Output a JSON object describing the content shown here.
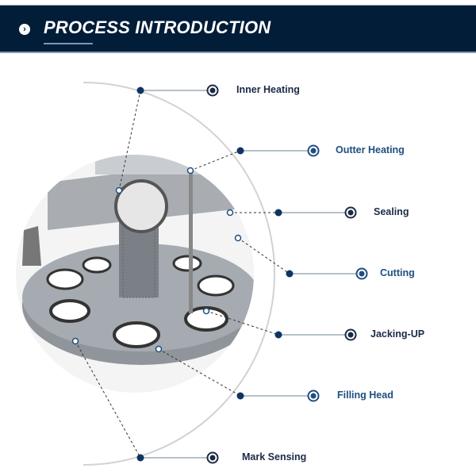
{
  "header": {
    "title": "PROCESS INTRODUCTION",
    "icon": "chevron-right-circle-icon"
  },
  "colors": {
    "header_bg": "#021d38",
    "dark_label": "#1b2a45",
    "blue_label": "#1f4e80"
  },
  "labels": [
    {
      "text": "Inner Heating",
      "color": "#1b2a45"
    },
    {
      "text": "Outter Heating",
      "color": "#1f4e80"
    },
    {
      "text": "Sealing",
      "color": "#1b2a45"
    },
    {
      "text": "Cutting",
      "color": "#1f4e80"
    },
    {
      "text": "Jacking-UP",
      "color": "#1b2a45"
    },
    {
      "text": "Filling Head",
      "color": "#1f4e80"
    },
    {
      "text": "Mark Sensing",
      "color": "#1b2a45"
    }
  ]
}
